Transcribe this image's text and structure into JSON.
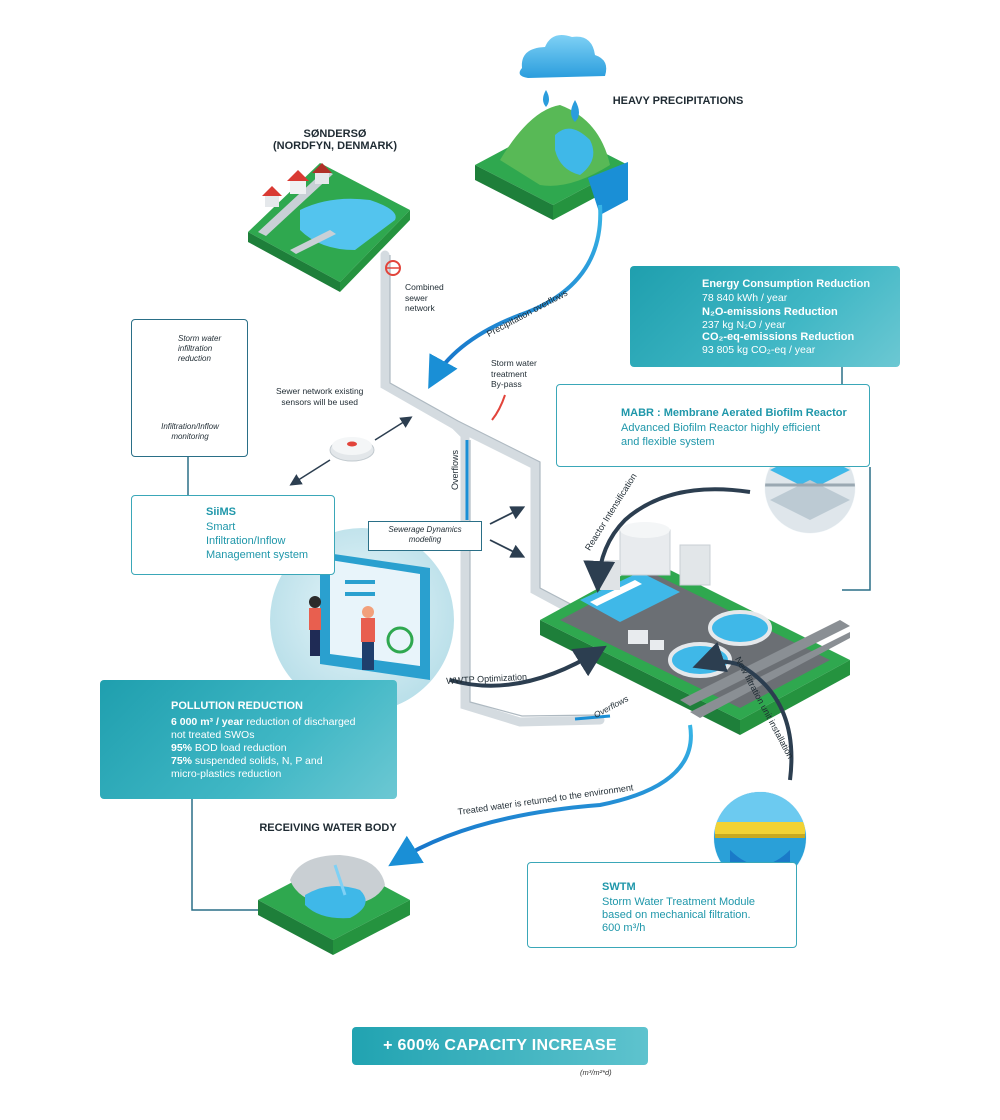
{
  "locations": {
    "site": "SØNDERSØ\n(NORDFYN, DENMARK)",
    "precipitation": "HEAVY PRECIPITATIONS",
    "receiving": "RECEIVING WATER BODY"
  },
  "flow_labels": {
    "combined_sewer": "Combined\nsewer\nnetwork",
    "precip_overflows": "Precipitation overflows",
    "storm_bypass": "Storm water\ntreatment\nBy-pass",
    "sensors": "Sewer network existing\nsensors will be used",
    "overflows_vertical": "Overflows",
    "sewerage_dynamics": "Sewerage Dynamics\nmodeling",
    "reactor_intensification": "Reactor Intensification",
    "wwtp_optimization": "WWTP Optimization",
    "overflows_bottom": "Overflows",
    "new_filtration": "New filtration unit installation",
    "treated_water": "Treated water is returned to the environment"
  },
  "infiltration_box": {
    "top_text": "Storm water\ninfiltration\nreduction",
    "bottom_text": "Infiltration/Inflow\nmonitoring"
  },
  "siims": {
    "title": "SiiMS",
    "line1": "Smart",
    "line2": "Infiltration/Inflow",
    "line3": "Management system"
  },
  "energy": {
    "h1": "Energy Consumption Reduction",
    "v1": "78 840 kWh / year",
    "h2": "N₂O-emissions Reduction",
    "v2": "237 kg N₂O / year",
    "h3": "CO₂-eq-emissions Reduction",
    "v3": "93 805 kg CO₂-eq / year"
  },
  "mabr": {
    "title": "MABR : Membrane Aerated Biofilm Reactor",
    "line1": "Advanced Biofilm Reactor highly efficient",
    "line2": "and flexible system"
  },
  "pollution": {
    "title": "POLLUTION REDUCTION",
    "l1_bold": "6 000 m³ / year",
    "l1_rest": " reduction of discharged",
    "l2": "not treated SWOs",
    "l3_bold": "95%",
    "l3_rest": " BOD load reduction",
    "l4_bold": "75%",
    "l4_rest": " suspended solids, N, P and",
    "l5": "micro-plastics reduction"
  },
  "swtm": {
    "title": "SWTM",
    "line1": "Storm Water Treatment Module",
    "line2": "based on mechanical filtration.",
    "line3": "600 m³/h"
  },
  "capacity": {
    "label": "+ 600% CAPACITY INCREASE",
    "unit": "(m³/m²*d)"
  },
  "colors": {
    "teal": "#1f97aa",
    "teal_light": "#40b7c5",
    "navy_arrow": "#2c3e50",
    "blue_arrow": "#1a8fd6",
    "grass": "#2fa84f",
    "water": "#3fb8e8"
  }
}
